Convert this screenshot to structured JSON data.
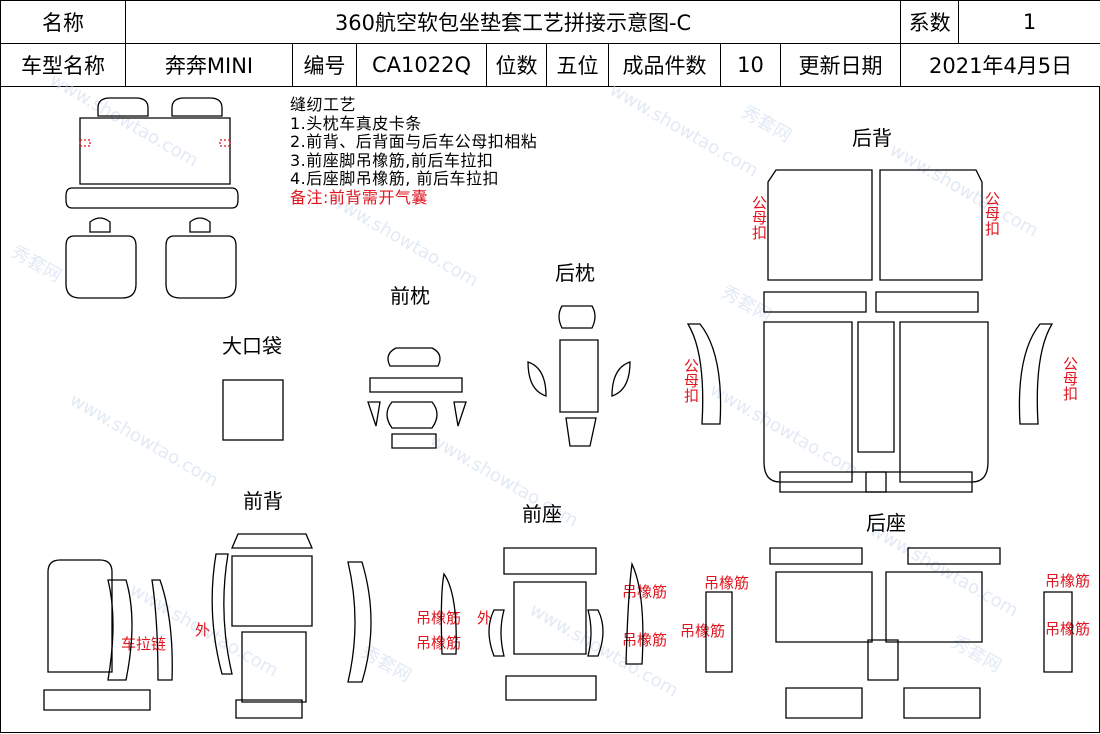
{
  "header": {
    "name_label": "名称",
    "title": "360航空软包坐垫套工艺拼接示意图-C",
    "coef_label": "系数",
    "coef_value": "1",
    "model_label": "车型名称",
    "model_value": "奔奔MINI",
    "code_label": "编号",
    "code_value": "CA1022Q",
    "seats_label": "位数",
    "seats_value": "五位",
    "pieces_label": "成品件数",
    "pieces_value": "10",
    "date_label": "更新日期",
    "date_value": "2021年4月5日"
  },
  "notes": {
    "title": "缝纫工艺",
    "line1": "1.头枕车真皮卡条",
    "line2": "2.前背、后背面与后车公母扣相粘",
    "line3": "3.前座脚吊橡筋,前后车拉扣",
    "line4": "4.后座脚吊橡筋, 前后车拉扣",
    "remark": "备注:前背需开气囊"
  },
  "sections": {
    "rear_back": "后背",
    "front_pillow": "前枕",
    "rear_pillow": "后枕",
    "pocket": "大口袋",
    "front_back": "前背",
    "front_seat": "前座",
    "rear_seat": "后座"
  },
  "callouts": {
    "male_female": "公母扣",
    "elastic": "吊橡筋",
    "zipper": "车拉链",
    "outer": "外"
  },
  "watermark": {
    "cn": "秀套网",
    "en": "www.showtao.com"
  },
  "colors": {
    "annotation_red": "#e0141e",
    "line": "#000000",
    "watermark": "#c9d9ee"
  }
}
